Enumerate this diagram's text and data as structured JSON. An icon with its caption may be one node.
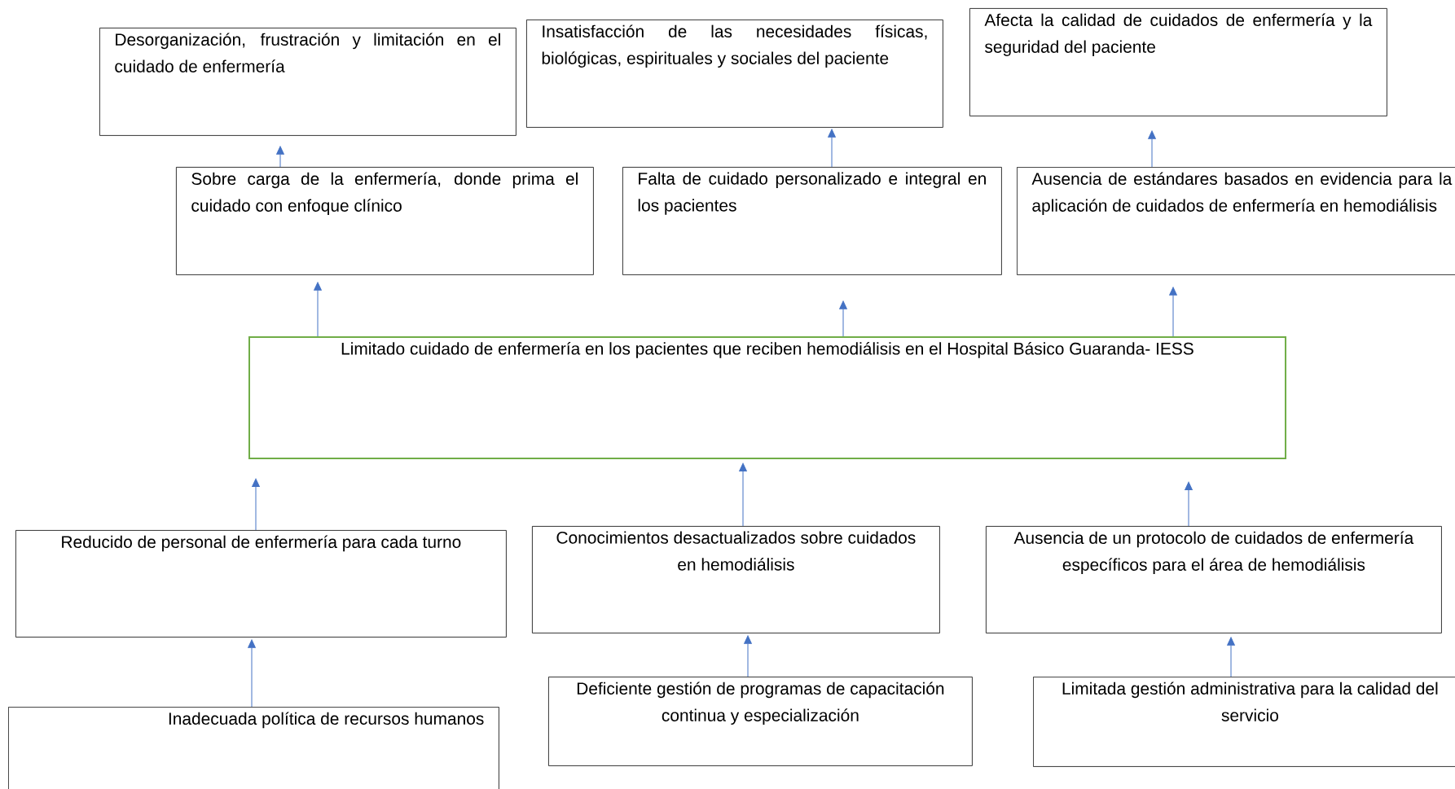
{
  "diagram": {
    "nodes": [
      {
        "text": [
          "Desorganización, frustración y limitación en el cuidado de enfermería"
        ]
      },
      {
        "text": [
          "Insatisfacción de las necesidades físicas, biológicas, espirituales y sociales del paciente"
        ]
      },
      {
        "text": [
          "Afecta la calidad de cuidados de enfermería y la seguridad del paciente"
        ]
      },
      {
        "text": [
          "Sobre carga de la enfermería, donde prima el cuidado con enfoque clínico"
        ]
      },
      {
        "text": [
          "Falta de cuidado personalizado e integral en los pacientes"
        ]
      },
      {
        "text": [
          "Ausencia de estándares basados en evidencia para la aplicación de cuidados de enfermería en hemodiálisis"
        ]
      },
      {
        "text": [
          "Limitado cuidado de enfermería en los pacientes que reciben hemodiálisis en el Hospital Básico Guaranda- IESS"
        ]
      },
      {
        "text": [
          "Reducido de personal de enfermería para cada turno"
        ]
      },
      {
        "text": [
          "Conocimientos desactualizados sobre cuidados en hemodiálisis"
        ]
      },
      {
        "text": [
          "Ausencia de un protocolo de cuidados de enfermería específicos para el área de hemodiálisis"
        ]
      },
      {
        "text": [
          "Inadecuada política de recursos humanos"
        ]
      },
      {
        "text": [
          "Deficiente gestión de programas de capacitación continua y especialización"
        ]
      },
      {
        "text": [
          "Limitada gestión administrativa para la calidad del servicio"
        ]
      }
    ],
    "edges": [
      {
        "from": 3,
        "to": 0,
        "arrow": "to"
      },
      {
        "from": 4,
        "to": 1,
        "arrow": "to"
      },
      {
        "from": 5,
        "to": 2,
        "arrow": "to"
      },
      {
        "from": 6,
        "to": 3,
        "arrow": "to"
      },
      {
        "from": 6,
        "to": 4,
        "arrow": "to"
      },
      {
        "from": 6,
        "to": 5,
        "arrow": "to"
      },
      {
        "from": 7,
        "to": 6,
        "arrow": "to"
      },
      {
        "from": 8,
        "to": 6,
        "arrow": "to"
      },
      {
        "from": 9,
        "to": 6,
        "arrow": "to"
      },
      {
        "from": 10,
        "to": 7,
        "arrow": "to"
      },
      {
        "from": 11,
        "to": 8,
        "arrow": "to"
      },
      {
        "from": 12,
        "to": 9,
        "arrow": "to"
      }
    ]
  }
}
